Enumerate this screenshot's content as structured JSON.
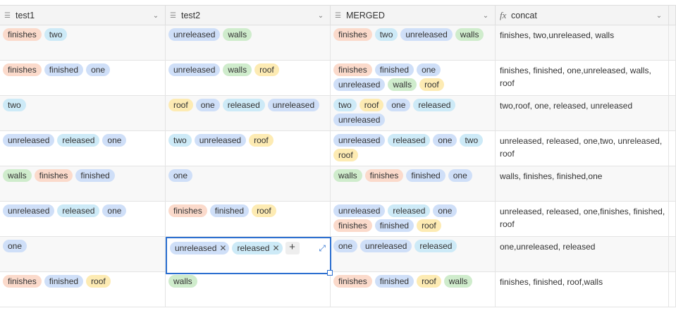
{
  "columns": [
    {
      "name": "test1",
      "icon": "multi-select-icon"
    },
    {
      "name": "test2",
      "icon": "multi-select-icon"
    },
    {
      "name": "MERGED",
      "icon": "multi-select-icon"
    },
    {
      "name": "concat",
      "icon": "formula-icon"
    }
  ],
  "icons": {
    "field": "☰",
    "formula": "fx",
    "chevron": "⌄",
    "remove": "✕",
    "add": "+",
    "expand": "⤢"
  },
  "colors": {
    "blue": "#cfdff8",
    "cyan": "#cdeaf7",
    "orange": "#fbdacb",
    "green": "#cfeccc",
    "yellow": "#fdebb3",
    "selection": "#2b6fd0"
  },
  "rows": [
    {
      "test1": [
        [
          "finishes",
          "orange"
        ],
        [
          "two",
          "cyan"
        ]
      ],
      "test2": [
        [
          "unreleased",
          "blue"
        ],
        [
          "walls",
          "green"
        ]
      ],
      "merged": [
        [
          "finishes",
          "orange"
        ],
        [
          "two",
          "cyan"
        ],
        [
          "unreleased",
          "blue"
        ],
        [
          "walls",
          "green"
        ]
      ],
      "concat": "finishes, two,unreleased, walls"
    },
    {
      "test1": [
        [
          "finishes",
          "orange"
        ],
        [
          "finished",
          "blue"
        ],
        [
          "one",
          "blue"
        ]
      ],
      "test2": [
        [
          "unreleased",
          "blue"
        ],
        [
          "walls",
          "green"
        ],
        [
          "roof",
          "yellow"
        ]
      ],
      "merged": [
        [
          "finishes",
          "orange"
        ],
        [
          "finished",
          "blue"
        ],
        [
          "one",
          "blue"
        ],
        [
          "unreleased",
          "blue"
        ],
        [
          "walls",
          "green"
        ],
        [
          "roof",
          "yellow"
        ]
      ],
      "concat": "finishes, finished, one,unreleased, walls, roof"
    },
    {
      "test1": [
        [
          "two",
          "cyan"
        ]
      ],
      "test2": [
        [
          "roof",
          "yellow"
        ],
        [
          "one",
          "blue"
        ],
        [
          "released",
          "cyan"
        ],
        [
          "unreleased",
          "blue"
        ]
      ],
      "merged": [
        [
          "two",
          "cyan"
        ],
        [
          "roof",
          "yellow"
        ],
        [
          "one",
          "blue"
        ],
        [
          "released",
          "cyan"
        ],
        [
          "unreleased",
          "blue"
        ]
      ],
      "concat": "two,roof, one, released, unreleased"
    },
    {
      "test1": [
        [
          "unreleased",
          "blue"
        ],
        [
          "released",
          "cyan"
        ],
        [
          "one",
          "blue"
        ]
      ],
      "test2": [
        [
          "two",
          "cyan"
        ],
        [
          "unreleased",
          "blue"
        ],
        [
          "roof",
          "yellow"
        ]
      ],
      "merged": [
        [
          "unreleased",
          "blue"
        ],
        [
          "released",
          "cyan"
        ],
        [
          "one",
          "blue"
        ],
        [
          "two",
          "cyan"
        ],
        [
          "roof",
          "yellow"
        ]
      ],
      "concat": "unreleased, released, one,two, unreleased, roof"
    },
    {
      "test1": [
        [
          "walls",
          "green"
        ],
        [
          "finishes",
          "orange"
        ],
        [
          "finished",
          "blue"
        ]
      ],
      "test2": [
        [
          "one",
          "blue"
        ]
      ],
      "merged": [
        [
          "walls",
          "green"
        ],
        [
          "finishes",
          "orange"
        ],
        [
          "finished",
          "blue"
        ],
        [
          "one",
          "blue"
        ]
      ],
      "concat": "walls, finishes, finished,one"
    },
    {
      "test1": [
        [
          "unreleased",
          "blue"
        ],
        [
          "released",
          "cyan"
        ],
        [
          "one",
          "blue"
        ]
      ],
      "test2": [
        [
          "finishes",
          "orange"
        ],
        [
          "finished",
          "blue"
        ],
        [
          "roof",
          "yellow"
        ]
      ],
      "merged": [
        [
          "unreleased",
          "blue"
        ],
        [
          "released",
          "cyan"
        ],
        [
          "one",
          "blue"
        ],
        [
          "finishes",
          "orange"
        ],
        [
          "finished",
          "blue"
        ],
        [
          "roof",
          "yellow"
        ]
      ],
      "concat": "unreleased, released, one,finishes, finished, roof"
    },
    {
      "test1": [
        [
          "one",
          "blue"
        ]
      ],
      "test2": [
        [
          "unreleased",
          "blue"
        ],
        [
          "released",
          "cyan"
        ]
      ],
      "merged": [
        [
          "one",
          "blue"
        ],
        [
          "unreleased",
          "blue"
        ],
        [
          "released",
          "cyan"
        ]
      ],
      "concat": "one,unreleased, released",
      "editing": "test2"
    },
    {
      "test1": [
        [
          "finishes",
          "orange"
        ],
        [
          "finished",
          "blue"
        ],
        [
          "roof",
          "yellow"
        ]
      ],
      "test2": [
        [
          "walls",
          "green"
        ]
      ],
      "merged": [
        [
          "finishes",
          "orange"
        ],
        [
          "finished",
          "blue"
        ],
        [
          "roof",
          "yellow"
        ],
        [
          "walls",
          "green"
        ]
      ],
      "concat": "finishes, finished, roof,walls"
    }
  ]
}
